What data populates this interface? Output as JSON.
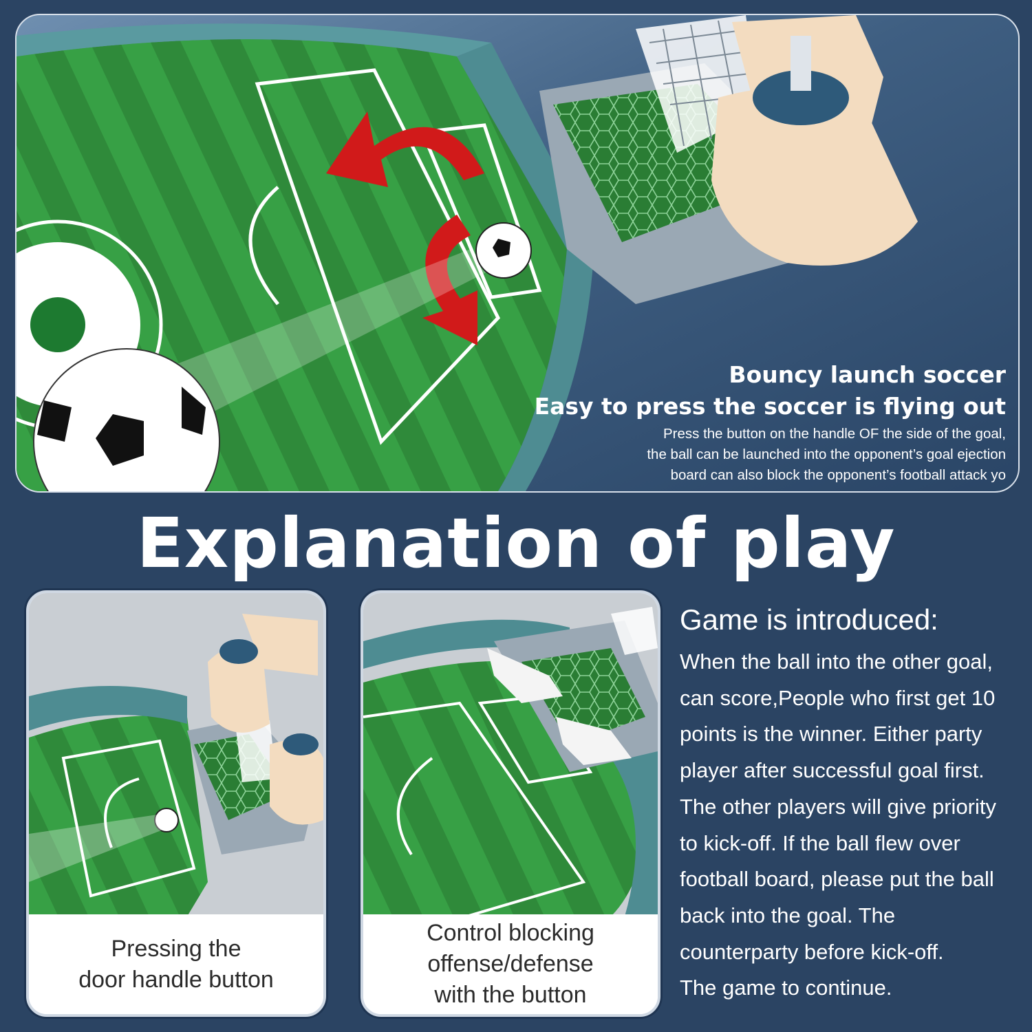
{
  "hero": {
    "headline": "Bouncy launch soccer",
    "subheadline": "Easy to press the soccer is flying out",
    "description_lines": [
      "Press the button on the handle OF the side of the goal,",
      "the ball can be launched into the opponent’s goal ejection",
      "board can also block the opponent’s football attack yo"
    ]
  },
  "section_title": "Explanation of play",
  "cards": [
    {
      "caption_lines": [
        "Pressing the",
        "door handle button"
      ]
    },
    {
      "caption_lines": [
        "Control blocking",
        "offense/defense",
        "with the button"
      ]
    }
  ],
  "intro": {
    "heading": "Game is introduced:",
    "body_lines": [
      "When the ball into the other goal,",
      "can score,People who first get 10",
      "points is the winner. Either party",
      "player after successful goal first.",
      "The other players will give priority",
      "to kick-off. If the ball flew over",
      "football board, please put the ball",
      "back into the goal. The",
      "counterparty before kick-off.",
      "The game to continue."
    ]
  },
  "colors": {
    "background": "#2b4463",
    "pitch_green": "#2f8a3a",
    "arrow_red": "#d11a1a",
    "board_teal": "#4e8c92"
  }
}
